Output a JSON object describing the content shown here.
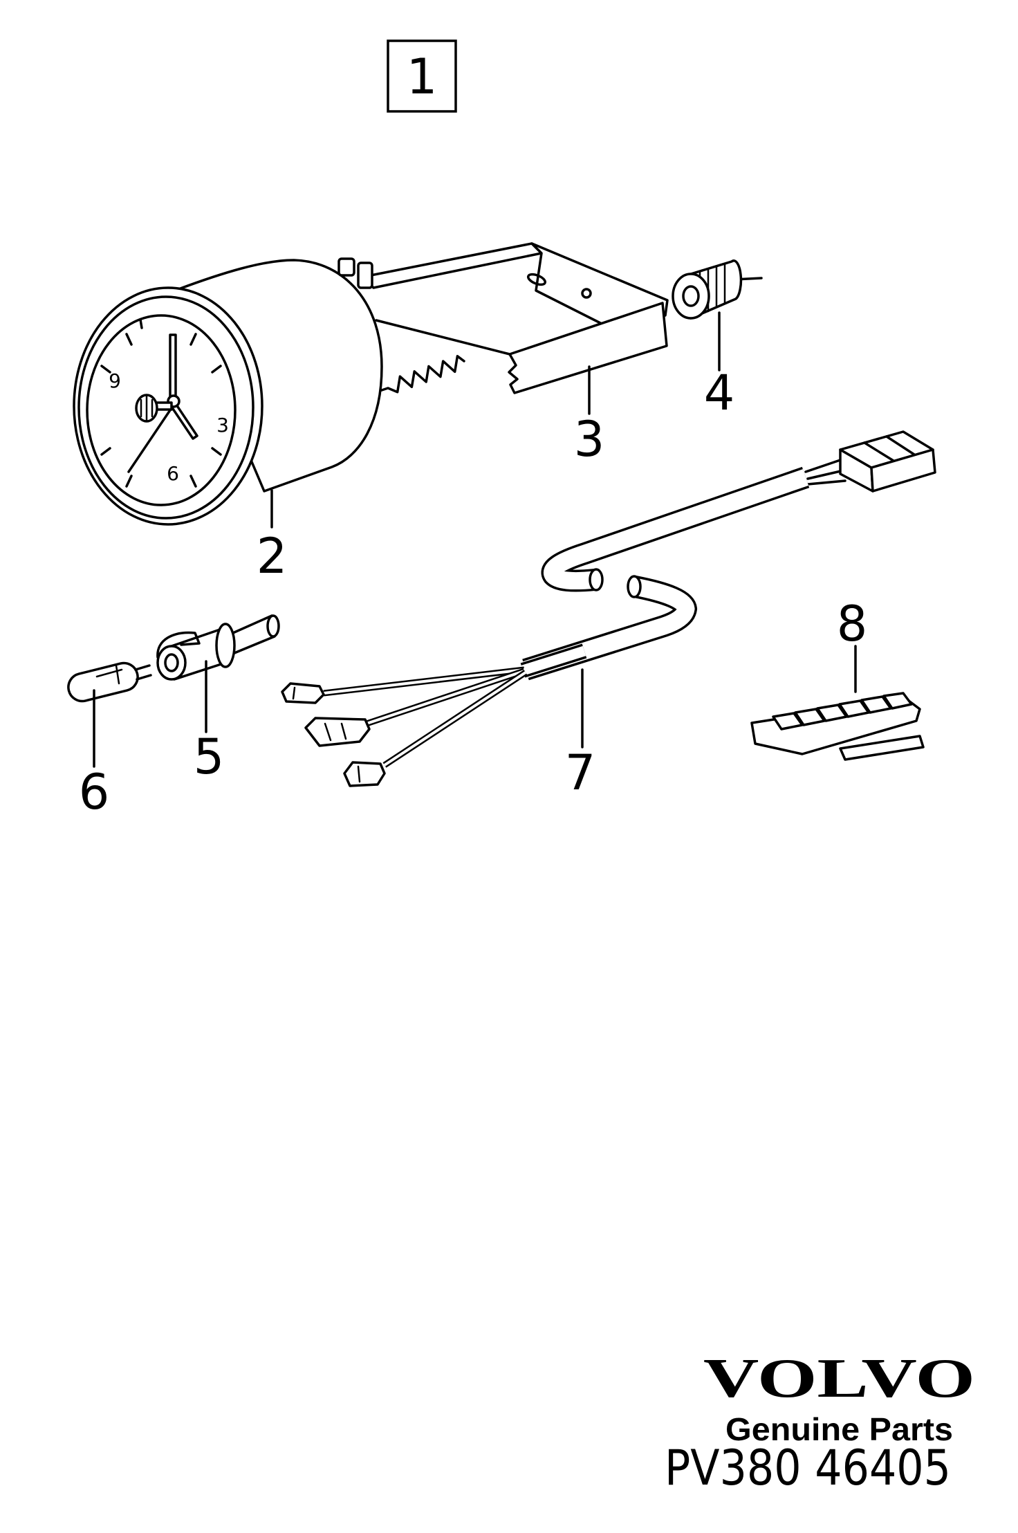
{
  "diagram": {
    "figure_number": "1",
    "callouts": [
      "2",
      "3",
      "4",
      "5",
      "6",
      "7",
      "8"
    ],
    "clock_face": {
      "numerals": [
        "9",
        "3",
        "6"
      ]
    }
  },
  "brand": {
    "logo": "VOLVO",
    "tagline": "Genuine Parts",
    "part_code": "PV380 46405"
  },
  "colors": {
    "ink": "#000000",
    "paper": "#ffffff"
  }
}
